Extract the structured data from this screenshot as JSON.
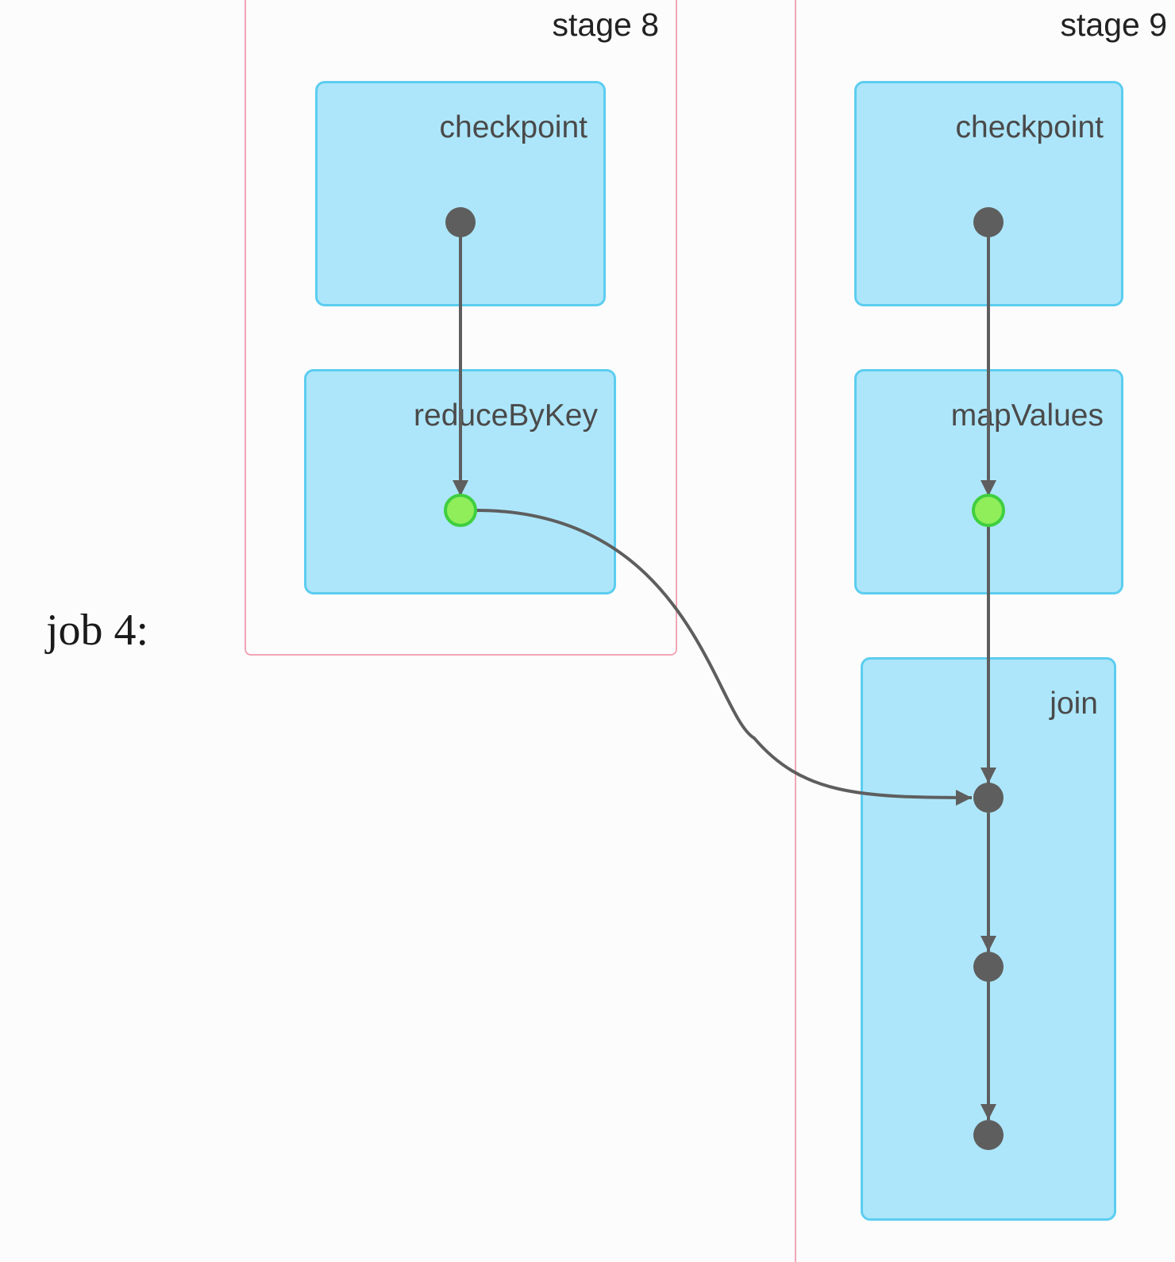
{
  "job": {
    "label": "job 4:"
  },
  "stages": [
    {
      "title": "stage 8",
      "operations": [
        "checkpoint",
        "reduceByKey"
      ]
    },
    {
      "title": "stage 9",
      "operations": [
        "checkpoint",
        "mapValues",
        "join"
      ]
    }
  ],
  "colors": {
    "stage_border": "#f2a6b6",
    "op_fill": "#ade6fa",
    "op_border": "#5ccdf0",
    "node": "#5e5e5e",
    "cached_node_fill": "#90ee5a",
    "cached_node_border": "#3fcf3f",
    "edge": "#5e5e5e"
  }
}
